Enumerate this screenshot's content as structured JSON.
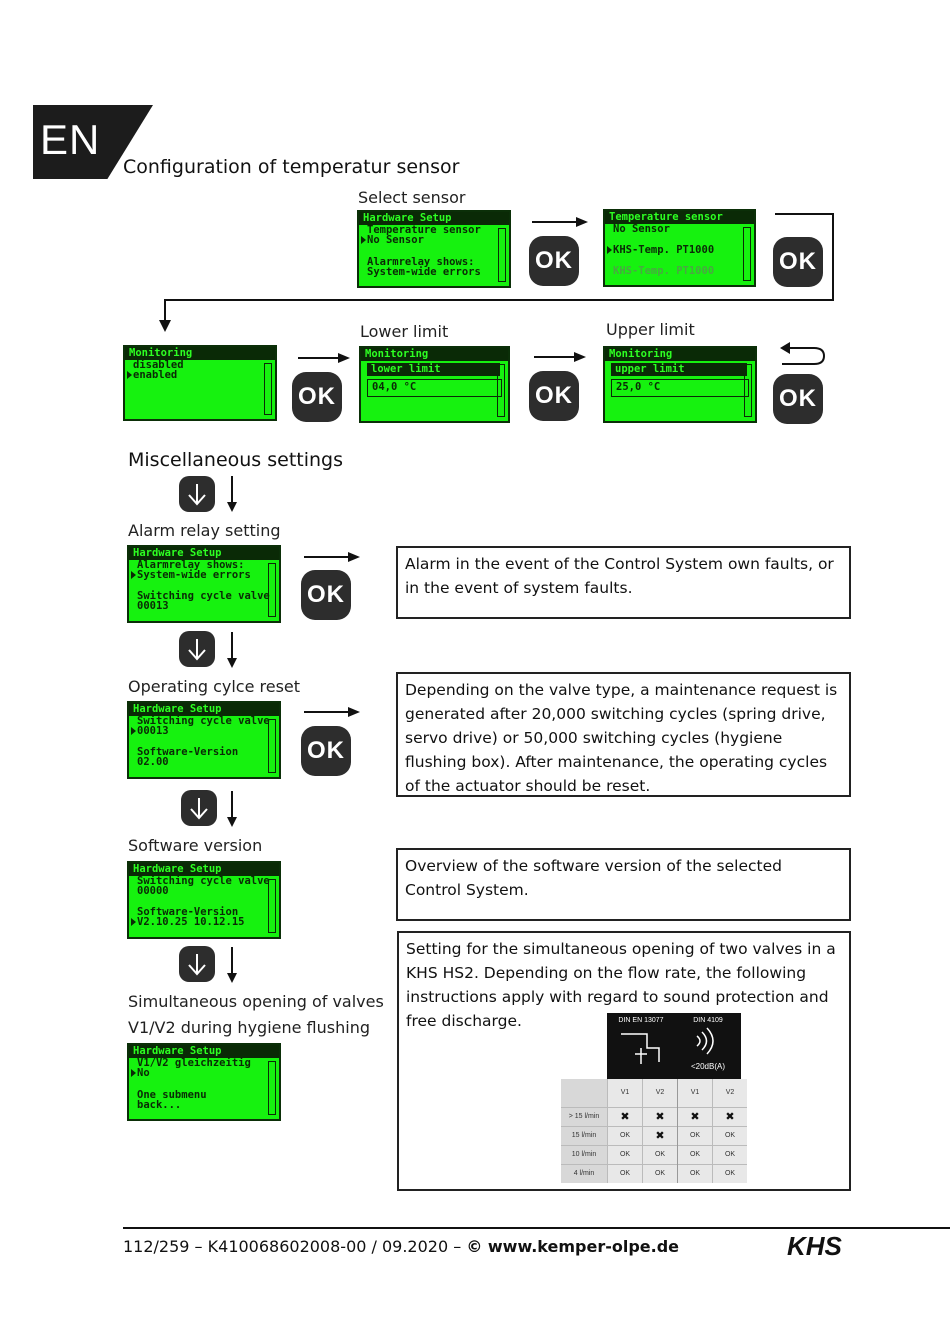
{
  "lang": "EN",
  "section_title": "Configuration of temperatur sensor",
  "labels": {
    "select_sensor": "Select sensor",
    "lower_limit": "Lower limit",
    "upper_limit": "Upper limit",
    "misc": "Miscellaneous settings",
    "alarm_relay": "Alarm relay setting",
    "op_cycle": "Operating cylce reset",
    "sw_version": "Software version",
    "simul_1": "Simultaneous opening of valves",
    "simul_2": "V1/V2 during hygiene flushing"
  },
  "ok_label": "OK",
  "screens": {
    "hw_setup_1": {
      "header": "Hardware Setup",
      "l1": "Temperature sensor",
      "l2": "No Sensor",
      "l3": "Alarmrelay shows:",
      "l4": "System-wide errors"
    },
    "temp_sensor": {
      "header": "Temperature sensor",
      "l1": "No Sensor",
      "l2": "KHS-Temp. PT1000",
      "l3": "KHS-Temp. PT1000"
    },
    "monitoring": {
      "header": "Monitoring",
      "l1": "disabled",
      "l2": "enabled"
    },
    "lower": {
      "header": "Monitoring",
      "sub": "lower limit",
      "value": "04,0 °C"
    },
    "upper": {
      "header": "Monitoring",
      "sub": "upper limit",
      "value": "25,0 °C"
    },
    "alarm": {
      "header": "Hardware Setup",
      "l1": "Alarmrelay shows:",
      "l2": "System-wide errors",
      "l3": "Switching cycle valve",
      "l4": "00013"
    },
    "cycle": {
      "header": "Hardware Setup",
      "l1": "Switching cycle valve",
      "l2": "00013",
      "l3": "Software-Version",
      "l4": "02.00"
    },
    "software": {
      "header": "Hardware Setup",
      "l1": "Switching cycle valve",
      "l2": "00000",
      "l3": "Software-Version",
      "l4": "V2.10.25 10.12.15"
    },
    "simul": {
      "header": "Hardware Setup",
      "l1": "V1/V2 gleichzeitig",
      "l2": "No",
      "l3": "One submenu",
      "l4": "back..."
    }
  },
  "descriptions": {
    "alarm": "Alarm in the event of the Control System own faults, or in the event of system faults.",
    "cycle": "Depending on the valve type, a maintenance request is generated after 20,000 switching cycles (spring drive, servo drive) or 50,000 switching cycles (hygiene flushing box). After maintenance, the operating cycles of the actuator should be reset.",
    "software": "Overview of the software version of the selected Control System.",
    "simul": "Setting for the simultaneous opening of two valves in a KHS HS2. Depending on the flow rate, the following instructions apply with regard to sound protection and free discharge."
  },
  "din_table": {
    "head_left": "DIN EN 13077",
    "head_right": "DIN 4109",
    "head_right_sub": "<20dB(A)",
    "cols": [
      "V1",
      "V2",
      "V1",
      "V2"
    ],
    "rows": [
      {
        "label": "> 15 l/min",
        "cells": [
          "✖",
          "✖",
          "✖",
          "✖"
        ]
      },
      {
        "label": "15 l/min",
        "cells": [
          "OK",
          "✖",
          "OK",
          "OK"
        ]
      },
      {
        "label": "10 l/min",
        "cells": [
          "OK",
          "OK",
          "OK",
          "OK"
        ]
      },
      {
        "label": "4 l/min",
        "cells": [
          "OK",
          "OK",
          "OK",
          "OK"
        ]
      }
    ]
  },
  "footer": {
    "page": "112/259 – K410068602008-00 / 09.2020 – ",
    "copyright": "© www.kemper-olpe.de",
    "logo": "KHS"
  }
}
